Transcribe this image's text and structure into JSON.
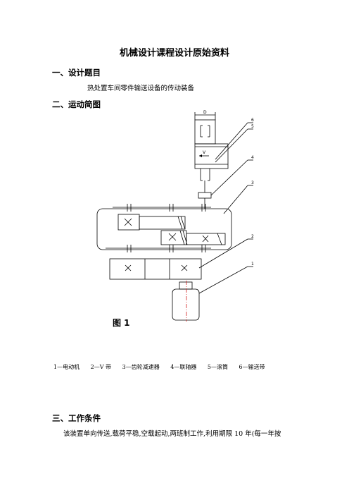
{
  "document": {
    "title": "机械设计课程设计原始资料",
    "section1": {
      "heading": "一、设计题目",
      "text": "热处置车间零件输送设备的传动装备"
    },
    "section2": {
      "heading": "二、运动简图"
    },
    "figure": {
      "caption": "图 1",
      "dim_label": "D",
      "velocity_label": "V",
      "callouts": [
        "6",
        "5",
        "4",
        "3",
        "2",
        "1"
      ],
      "legend": [
        "1—电动机",
        "2—V 带",
        "3—齿轮减速器",
        "4—联轴器",
        "5—滚筒",
        "6—输送带"
      ]
    },
    "section3": {
      "heading": "三、工作条件",
      "text": "该装置单向传送,载荷平稳,空载起动,两班制工作,利用期限  10  年(每一年按"
    }
  }
}
